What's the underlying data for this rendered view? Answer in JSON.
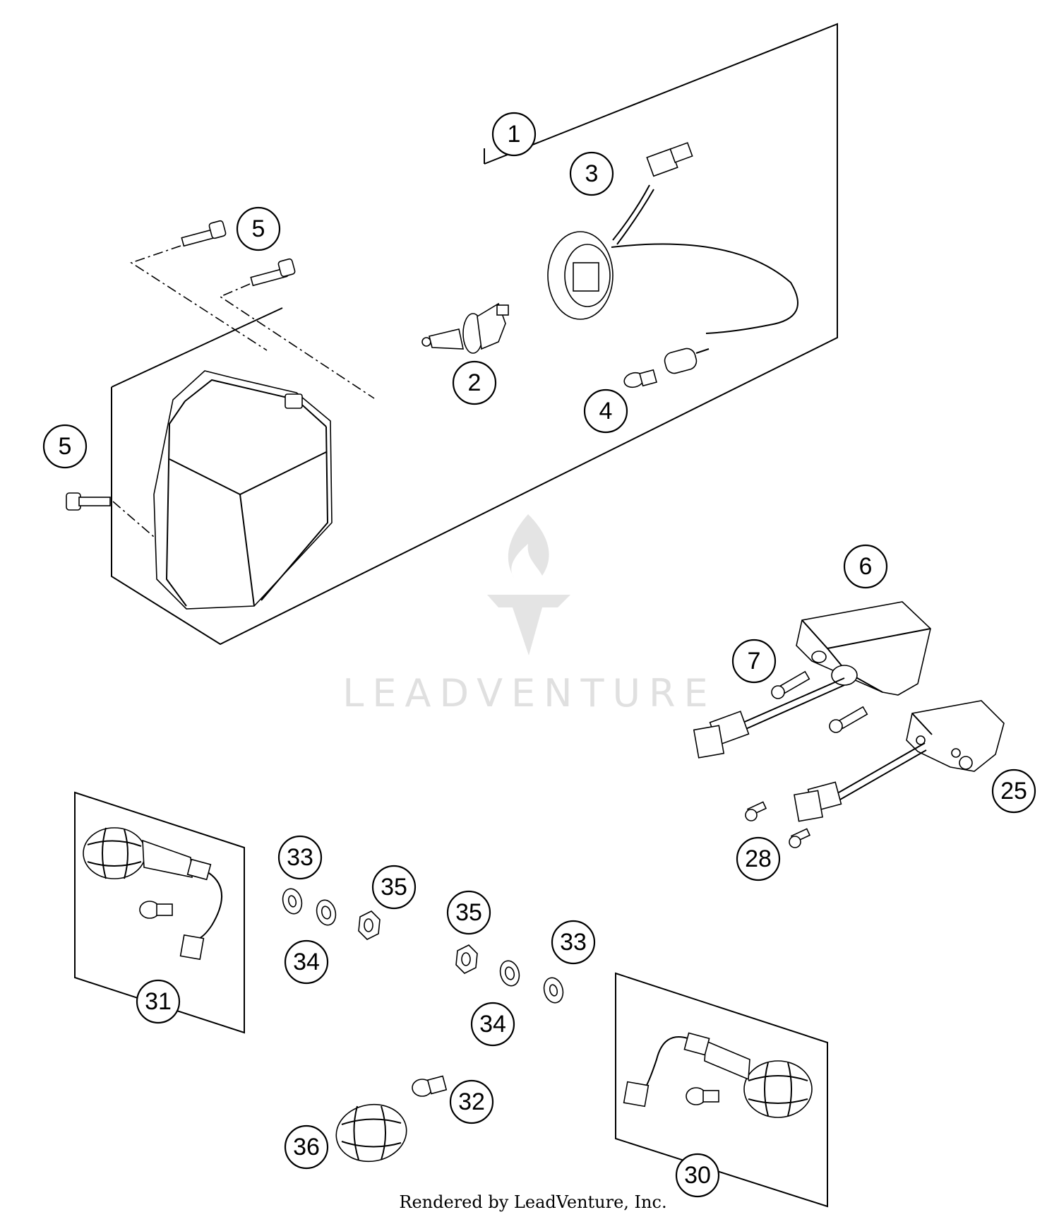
{
  "watermark": {
    "brand": "LEADVENTURE"
  },
  "footer": {
    "credit": "Rendered by LeadVenture, Inc."
  },
  "callouts": {
    "c1": "1",
    "c2": "2",
    "c3": "3",
    "c4": "4",
    "c5a": "5",
    "c5b": "5",
    "c6": "6",
    "c7": "7",
    "c25": "25",
    "c28": "28",
    "c30": "30",
    "c31": "31",
    "c32": "32",
    "c33a": "33",
    "c33b": "33",
    "c34a": "34",
    "c34b": "34",
    "c35a": "35",
    "c35b": "35",
    "c36": "36"
  }
}
